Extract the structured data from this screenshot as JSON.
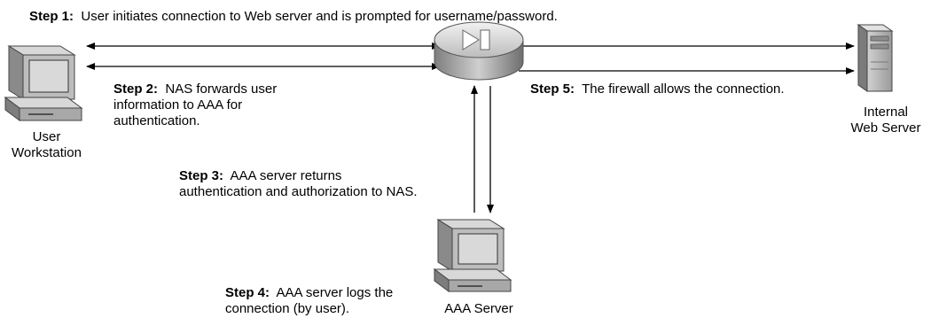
{
  "steps": {
    "step1": {
      "label": "Step 1:",
      "text": "User initiates connection to Web server and is prompted for username/password."
    },
    "step2": {
      "label": "Step 2:",
      "lines": [
        "NAS forwards user",
        "information to AAA for",
        "authentication."
      ]
    },
    "step3": {
      "label": "Step 3:",
      "lines": [
        "AAA server returns",
        "authentication and authorization to NAS."
      ]
    },
    "step4": {
      "label": "Step 4:",
      "lines": [
        "AAA server logs the",
        "connection (by user)."
      ]
    },
    "step5": {
      "label": "Step 5:",
      "text": "The firewall allows the connection."
    }
  },
  "nodes": {
    "user_workstation": {
      "lines": [
        "User",
        "Workstation"
      ],
      "icon": "workstation-icon"
    },
    "internal_web_server": {
      "lines": [
        "Internal",
        "Web Server"
      ],
      "icon": "server-tower-icon"
    },
    "aaa_server": {
      "lines": [
        "AAA Server"
      ],
      "icon": "workstation-icon"
    },
    "nas": {
      "icon": "firewall-router-icon"
    }
  }
}
